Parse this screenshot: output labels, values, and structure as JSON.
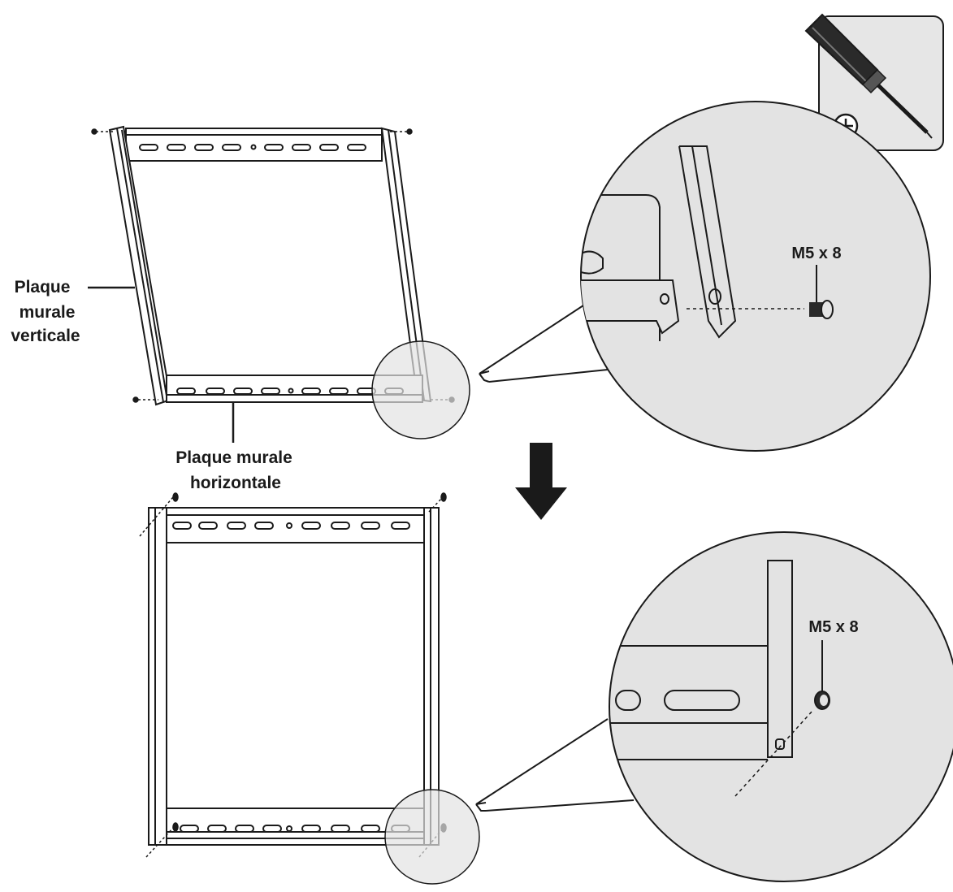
{
  "labels": {
    "vertical_plate": [
      "Plaque",
      "murale",
      "verticale"
    ],
    "horizontal_plate": [
      "Plaque murale",
      "horizontale"
    ],
    "screw_top": "M5 x 8",
    "screw_bottom": "M5 x 8"
  },
  "tool": {
    "icon": "phillips-screwdriver-icon",
    "head": "phillips-head-symbol"
  },
  "step_arrow": {
    "icon": "down-arrow-icon"
  },
  "colors": {
    "line": "#1a1a1a",
    "magnifier_fill": "#e3e3e3",
    "tool_box_fill": "#e6e6e6",
    "background": "#ffffff"
  }
}
